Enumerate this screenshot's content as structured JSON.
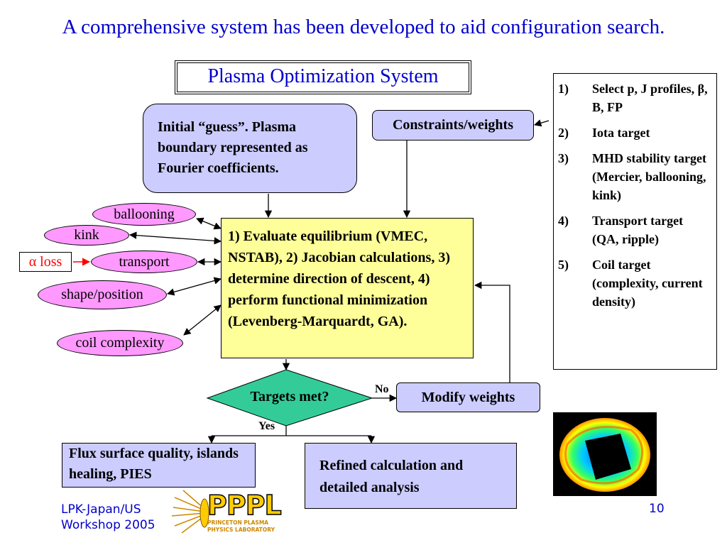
{
  "slide": {
    "headline": "A comprehensive system has been developed to aid configuration search.",
    "subtitle": "Plasma Optimization System"
  },
  "flow": {
    "initial_guess": "Initial “guess”. Plasma boundary represented as Fourier coefficients.",
    "constraints": "Constraints/weights",
    "evaluate": "1) Evaluate equilibrium (VMEC, NSTAB), 2) Jacobian calculations, 3) determine direction of descent, 4) perform functional minimization (Levenberg-Marquardt, GA).",
    "targets_met": "Targets met?",
    "no_label": "No",
    "yes_label": "Yes",
    "modify_weights": "Modify weights",
    "flux_surface": "Flux surface quality, islands healing, PIES",
    "refined": "Refined calculation and detailed analysis"
  },
  "modules": {
    "ballooning": "ballooning",
    "kink": "kink",
    "transport": "transport",
    "shape_position": "shape/position",
    "coil_complexity": "coil complexity",
    "alpha_loss": "α loss"
  },
  "targets": [
    {
      "num": "1)",
      "text": "Select p, J profiles, β, B, FP"
    },
    {
      "num": "2)",
      "text": "Iota target"
    },
    {
      "num": "3)",
      "text": "MHD stability target (Mercier, ballooning, kink)"
    },
    {
      "num": "4)",
      "text": "Transport target (QA, ripple)"
    },
    {
      "num": "5)",
      "text": "Coil target (complexity, current density)"
    }
  ],
  "footer": {
    "event": "LPK-Japan/US Workshop 2005",
    "page_number": "10",
    "logo_text": "PPPL",
    "logo_subtext": "PRINCETON PLASMA PHYSICS LABORATORY"
  },
  "colors": {
    "title": "#0000cc",
    "box_lavender": "#ccccff",
    "box_yellow": "#ffff99",
    "oval_pink": "#ff99ff",
    "diamond_green": "#33cc99",
    "alpha_arrow": "#ff0000"
  }
}
